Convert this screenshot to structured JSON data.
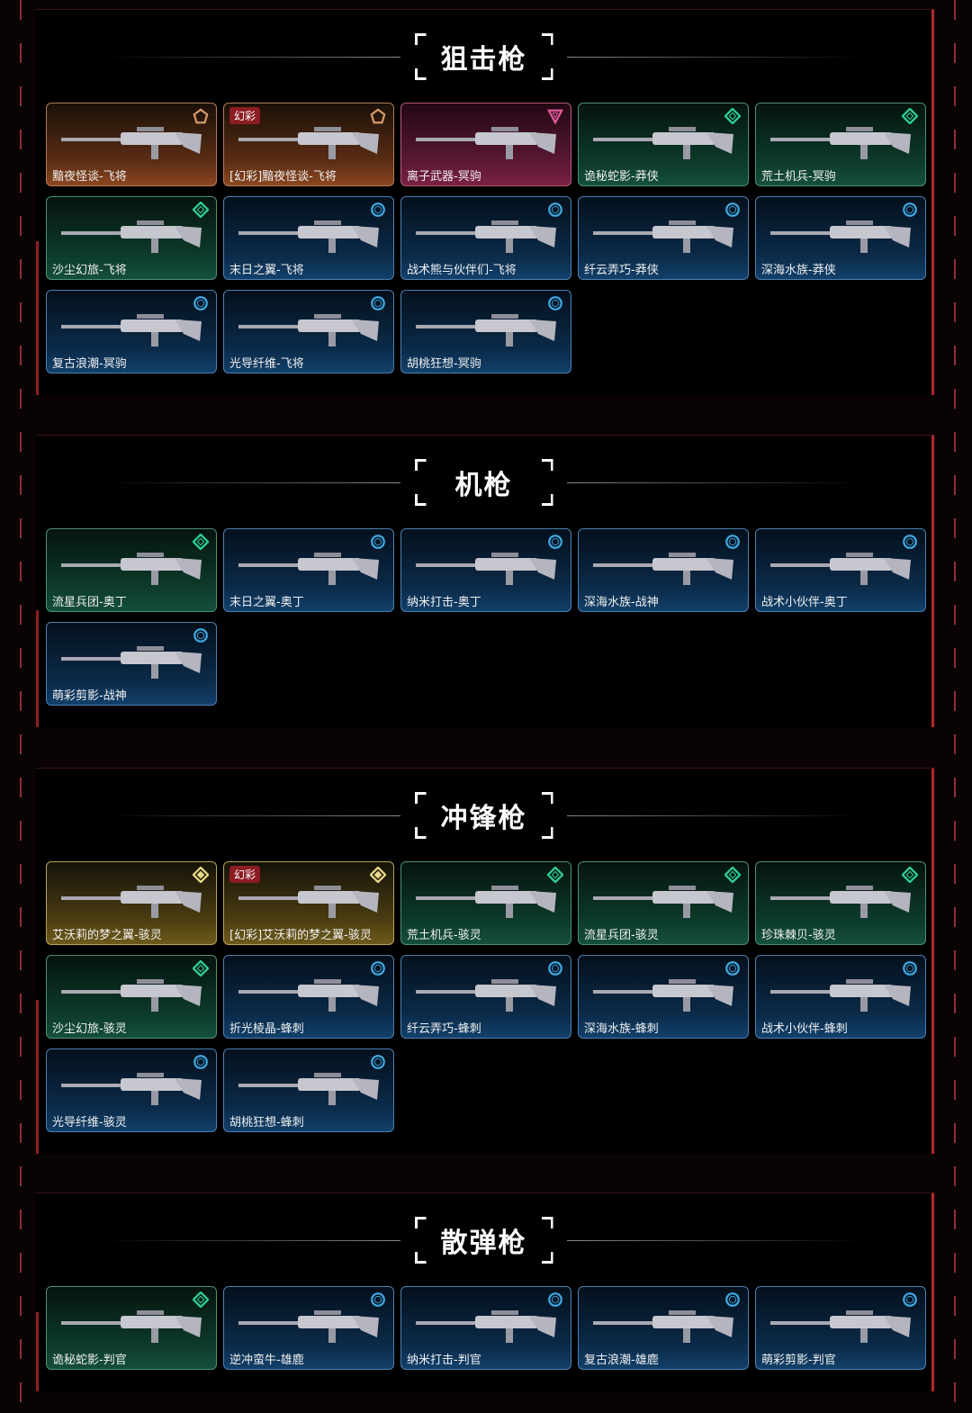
{
  "colors": {
    "orange": "#d49a6a",
    "pink": "#e05a9a",
    "green": "#2fcf96",
    "blue": "#3fa8e0",
    "gold": "#e8d88a"
  },
  "sections": [
    {
      "title": "狙击枪",
      "items": [
        {
          "name": "黯夜怪谈-飞将",
          "rarity": "orange"
        },
        {
          "name": "[幻彩]黯夜怪谈-飞将",
          "rarity": "orange",
          "badge": "幻彩"
        },
        {
          "name": "离子武器-冥驹",
          "rarity": "pink"
        },
        {
          "name": "诡秘蛇影-莽侠",
          "rarity": "green"
        },
        {
          "name": "荒土机兵-冥驹",
          "rarity": "green"
        },
        {
          "name": "沙尘幻旅-飞将",
          "rarity": "green"
        },
        {
          "name": "末日之翼-飞将",
          "rarity": "blue"
        },
        {
          "name": "战术熊与伙伴们-飞将",
          "rarity": "blue"
        },
        {
          "name": "纤云弄巧-莽侠",
          "rarity": "blue"
        },
        {
          "name": "深海水族-莽侠",
          "rarity": "blue"
        },
        {
          "name": "复古浪潮-冥驹",
          "rarity": "blue"
        },
        {
          "name": "光导纤维-飞将",
          "rarity": "blue"
        },
        {
          "name": "胡桃狂想-冥驹",
          "rarity": "blue"
        }
      ]
    },
    {
      "title": "机枪",
      "items": [
        {
          "name": "流星兵团-奥丁",
          "rarity": "green"
        },
        {
          "name": "末日之翼-奥丁",
          "rarity": "blue"
        },
        {
          "name": "纳米打击-奥丁",
          "rarity": "blue"
        },
        {
          "name": "深海水族-战神",
          "rarity": "blue"
        },
        {
          "name": "战术小伙伴-奥丁",
          "rarity": "blue"
        },
        {
          "name": "萌彩剪影-战神",
          "rarity": "blue"
        }
      ]
    },
    {
      "title": "冲锋枪",
      "items": [
        {
          "name": "艾沃莉的梦之翼-骇灵",
          "rarity": "gold"
        },
        {
          "name": "[幻彩]艾沃莉的梦之翼-骇灵",
          "rarity": "gold",
          "badge": "幻彩"
        },
        {
          "name": "荒土机兵-骇灵",
          "rarity": "green"
        },
        {
          "name": "流星兵团-骇灵",
          "rarity": "green"
        },
        {
          "name": "珍珠棘贝-骇灵",
          "rarity": "green"
        },
        {
          "name": "沙尘幻旅-骇灵",
          "rarity": "green"
        },
        {
          "name": "折光棱晶-蜂刺",
          "rarity": "blue"
        },
        {
          "name": "纤云弄巧-蜂刺",
          "rarity": "blue"
        },
        {
          "name": "深海水族-蜂刺",
          "rarity": "blue"
        },
        {
          "name": "战术小伙伴-蜂刺",
          "rarity": "blue"
        },
        {
          "name": "光导纤维-骇灵",
          "rarity": "blue"
        },
        {
          "name": "胡桃狂想-蜂刺",
          "rarity": "blue"
        }
      ]
    },
    {
      "title": "散弹枪",
      "items": [
        {
          "name": "诡秘蛇影-判官",
          "rarity": "green"
        },
        {
          "name": "逆冲蛮牛-雄鹿",
          "rarity": "blue"
        },
        {
          "name": "纳米打击-判官",
          "rarity": "blue"
        },
        {
          "name": "复古浪潮-雄鹿",
          "rarity": "blue"
        },
        {
          "name": "萌彩剪影-判官",
          "rarity": "blue"
        }
      ]
    }
  ]
}
